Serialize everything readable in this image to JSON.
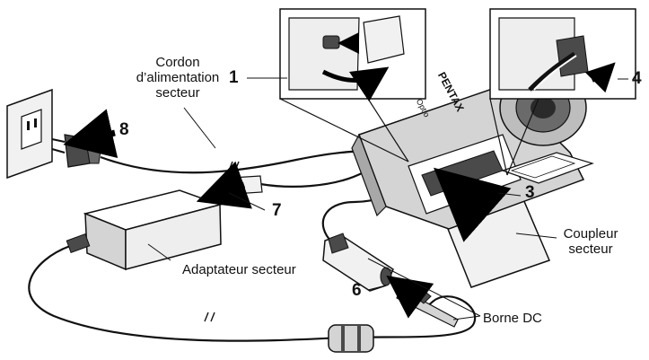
{
  "labels": {
    "power_cord": [
      "Cordon",
      "d’alimentation",
      "secteur"
    ],
    "ac_adapter": "Adaptateur secteur",
    "ac_coupler": [
      "Coupleur",
      "secteur"
    ],
    "dc_terminal": "Borne DC"
  },
  "steps": [
    "1",
    "3",
    "4",
    "6",
    "7",
    "8"
  ],
  "camera": {
    "brand": "PENTAX",
    "model": "Optio"
  },
  "colors": {
    "line": "#111111",
    "arrow": "#000000",
    "fill_light": "#f1f1f1",
    "fill_mid": "#d4d4d4",
    "fill_dark": "#4a4a4a"
  }
}
